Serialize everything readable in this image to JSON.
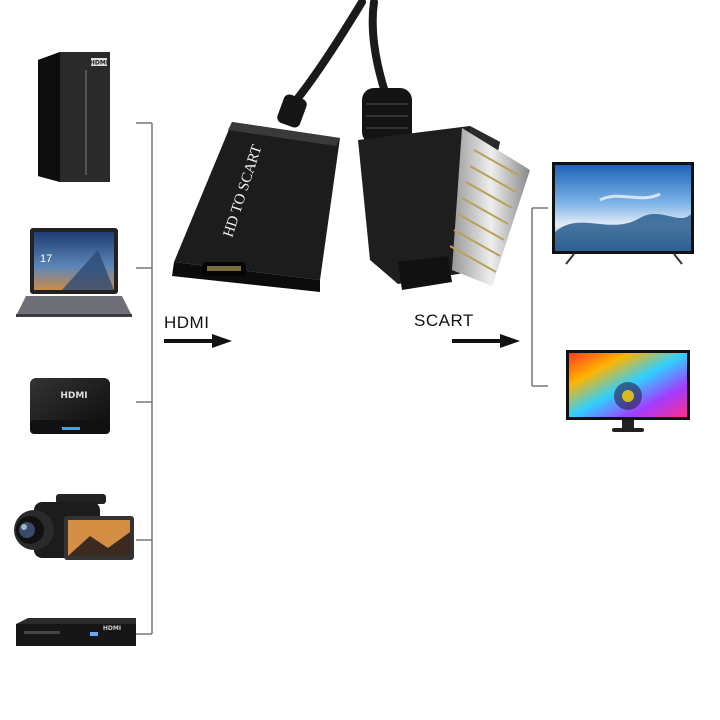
{
  "labels": {
    "input_arrow": "HDMI",
    "output_arrow": "SCART"
  },
  "adapter": {
    "print": "HD TO SCART"
  },
  "device_brand": "HDMI",
  "laptop_clock": "17",
  "sources": [
    "pc-tower",
    "laptop",
    "tv-box",
    "camcorder",
    "dvd-player"
  ],
  "outputs": [
    "tv",
    "monitor"
  ],
  "icons": {
    "input_arrow": "right-arrow-icon",
    "output_arrow": "right-arrow-icon"
  }
}
